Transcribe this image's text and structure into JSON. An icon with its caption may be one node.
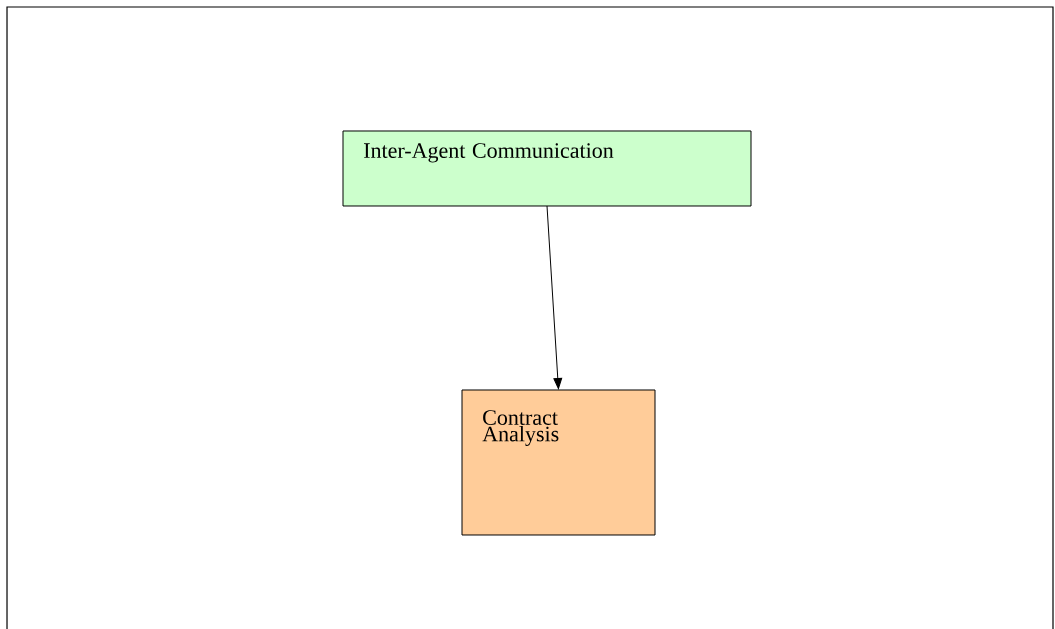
{
  "diagram": {
    "nodes": [
      {
        "text": [
          "Inter-Agent Communication"
        ]
      },
      {
        "text": [
          "Contract Analysis"
        ]
      }
    ],
    "edges": [
      {
        "from": 0,
        "to": 1,
        "arrow": "to"
      }
    ]
  }
}
